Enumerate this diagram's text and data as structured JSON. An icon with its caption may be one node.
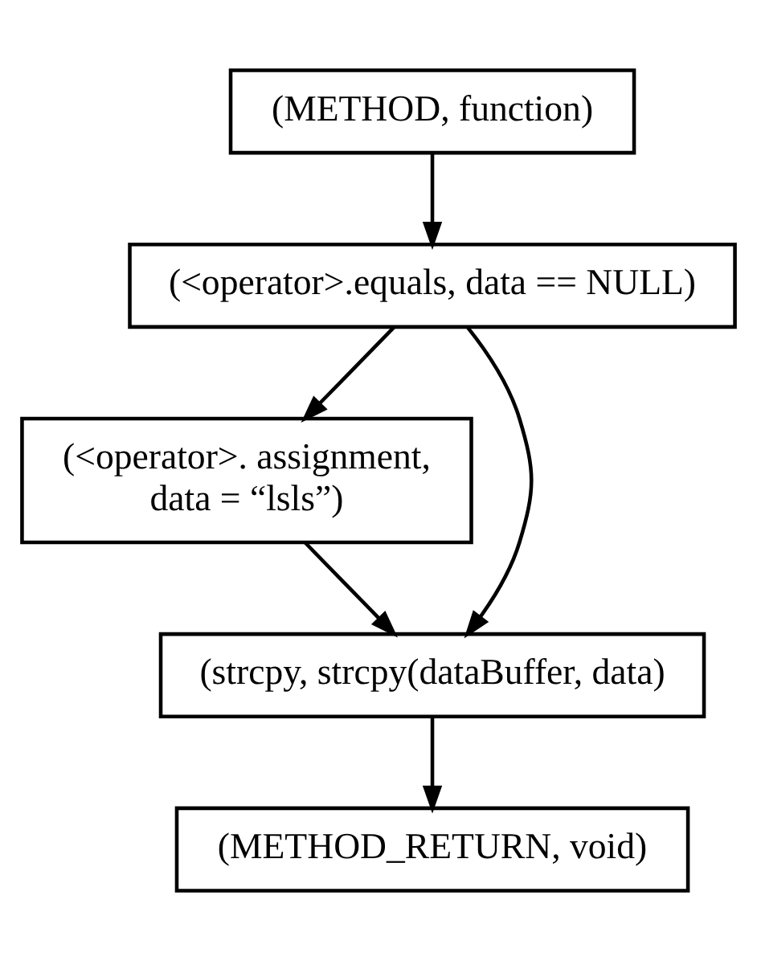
{
  "diagram": {
    "nodes": [
      {
        "text": [
          "(METHOD, function)"
        ]
      },
      {
        "text": [
          "(<operator>.equals, data == NULL)"
        ]
      },
      {
        "text": [
          "(<operator>. assignment, data = “lsls”)"
        ]
      },
      {
        "text": [
          "(strcpy, strcpy(dataBuffer, data)"
        ]
      },
      {
        "text": [
          "(METHOD_RETURN, void)"
        ]
      }
    ],
    "edges": [
      {
        "from": 0,
        "to": 1,
        "arrow": "to"
      },
      {
        "from": 1,
        "to": 3,
        "arrow": "to"
      },
      {
        "from": 1,
        "to": 2,
        "arrow": "to"
      },
      {
        "from": 2,
        "to": 3,
        "arrow": "to"
      },
      {
        "from": 3,
        "to": 4,
        "arrow": "to"
      }
    ]
  }
}
